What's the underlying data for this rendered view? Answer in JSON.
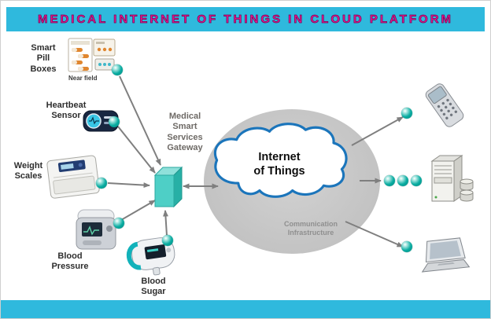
{
  "header": {
    "title": "MEDICAL INTERNET OF THINGS IN CLOUD PLATFORM"
  },
  "cloud": {
    "label": "Internet\nof Things"
  },
  "infrastructure": {
    "label": "Communication\nInfrastructure"
  },
  "gateway": {
    "label": "Medical\nSmart\nServices\nGateway"
  },
  "devices": {
    "pill_boxes": {
      "label": "Smart\nPill\nBoxes",
      "tag": "Near field"
    },
    "heartbeat": {
      "label": "Heartbeat\nSensor"
    },
    "weight": {
      "label": "Weight\nScales"
    },
    "blood_pressure": {
      "label": "Blood\nPressure"
    },
    "blood_sugar": {
      "label": "Blood\nSugar"
    }
  },
  "icons": [
    "pill-boxes",
    "heartbeat-sensor",
    "weight-scale",
    "blood-pressure-monitor",
    "glucometer",
    "gateway-cube",
    "cloud",
    "mobile-phone",
    "server-database",
    "laptop",
    "network-node-dot"
  ],
  "colors": {
    "banner": "#2fb9dd",
    "title_text": "#ee1390",
    "node_dot": "#00a79d",
    "gateway_cube": "#4ecfc6",
    "ellipse_fill": "#c7c7c7",
    "cloud_outline": "#1b75bb",
    "arrow": "#7f7f7f"
  }
}
